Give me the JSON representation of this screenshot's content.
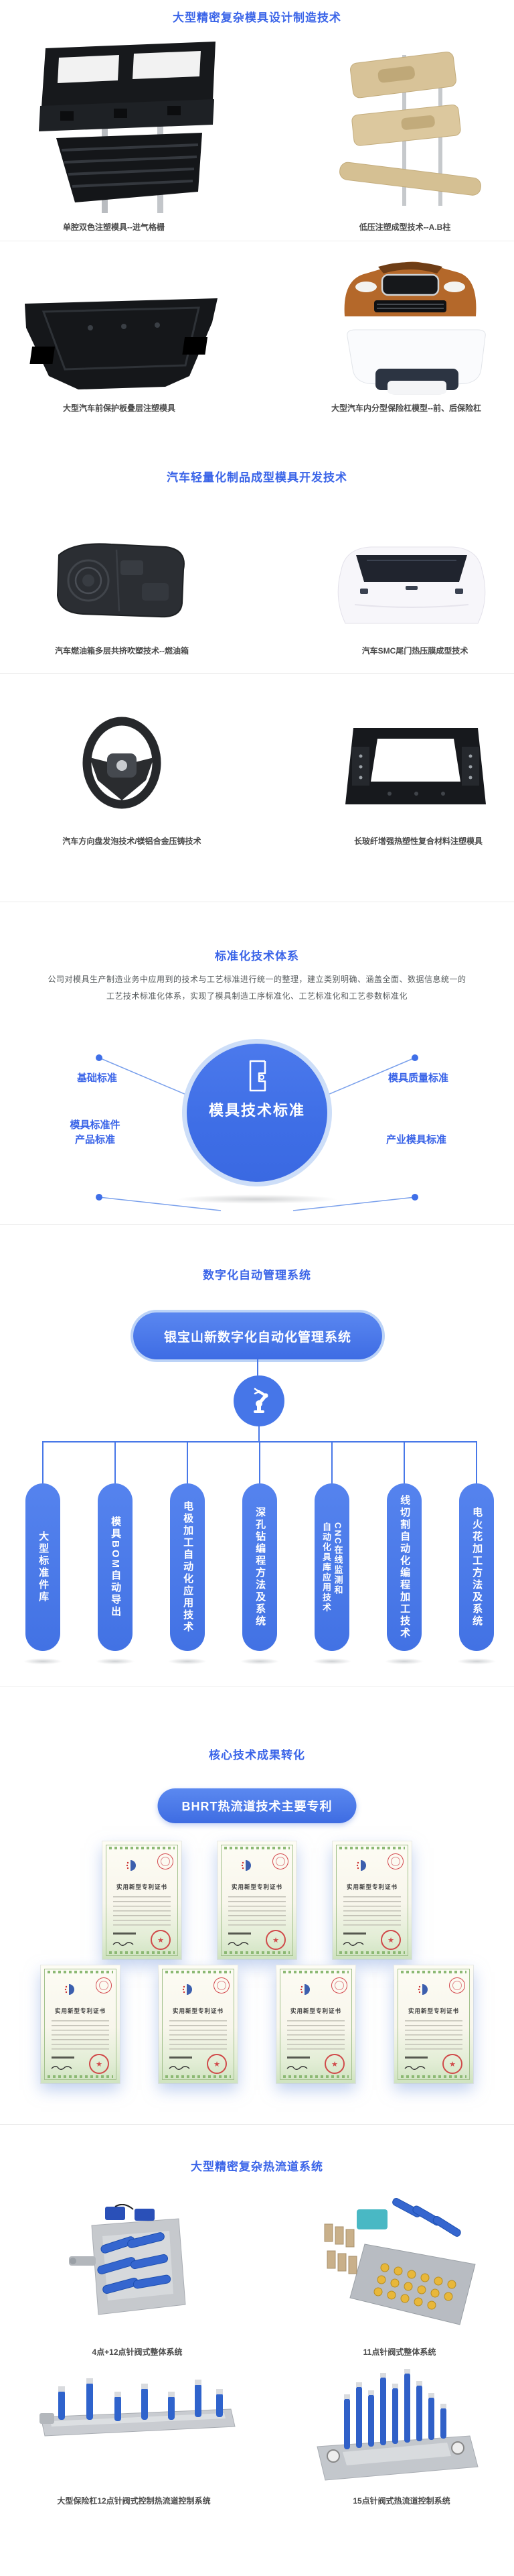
{
  "colors": {
    "title_blue": "#3a64e8",
    "diagram_blue": "#4676e8",
    "caption_gray": "#4a4a4a",
    "divider_gray": "#ececec",
    "cert_seal_red": "#d4494e",
    "cert_green": "#a3c18d"
  },
  "section1": {
    "title": "大型精密复杂模具设计制造技术",
    "items": [
      {
        "caption": "单腔双色注塑模具--进气格栅"
      },
      {
        "caption": "低压注塑成型技术--A.B柱"
      },
      {
        "caption": "大型汽车前保护板叠层注塑模具"
      },
      {
        "caption": "大型汽车内分型保险杠模型--前、后保险杠"
      }
    ]
  },
  "section2": {
    "title": "汽车轻量化制品成型模具开发技术",
    "items": [
      {
        "caption": "汽车燃油箱多层共挤吹塑技术--燃油箱"
      },
      {
        "caption": "汽车SMC尾门热压膜成型技术"
      },
      {
        "caption": "汽车方向盘发泡技术/镁铝合金压铸技术"
      },
      {
        "caption": "长玻纤增强热塑性复合材料注塑模具"
      }
    ]
  },
  "section3": {
    "title": "标准化技术体系",
    "description_line1": "公司对模具生产制造业务中应用到的技术与工艺标准进行统一的整理，建立类别明确、涵盖全面、数据信息统一的",
    "description_line2": "工艺技术标准化体系，实现了模具制造工序标准化、工艺标准化和工艺参数标准化",
    "center_label": "模具技术标准",
    "nodes": [
      "基础标准",
      "模具质量标准",
      "模具标准件\n产品标准",
      "产业模具标准"
    ]
  },
  "section4": {
    "title": "数字化自动管理系统",
    "root_label": "银宝山新数字化自动化管理系统",
    "branches": [
      "大型标准件库",
      "模具BOM自动导出",
      "电极加工自动化应用技术",
      "深孔钻编程方法及系统",
      "CNC在线监测和\n自动化具库应用技术",
      "线切割自动化编程加工技术",
      "电火花加工方法及系统"
    ]
  },
  "section5": {
    "title": "核心技术成果转化",
    "subtitle": "BHRT热流道技术主要专利",
    "certificate_title": "实用新型专利证书"
  },
  "section6": {
    "title": "大型精密复杂热流道系统",
    "items": [
      {
        "caption": "4点+12点针阀式整体系统"
      },
      {
        "caption": "11点针阀式整体系统"
      },
      {
        "caption": "大型保险杠12点针阀式控制热流道控制系统"
      },
      {
        "caption": "15点针阀式热流道控制系统"
      }
    ]
  }
}
